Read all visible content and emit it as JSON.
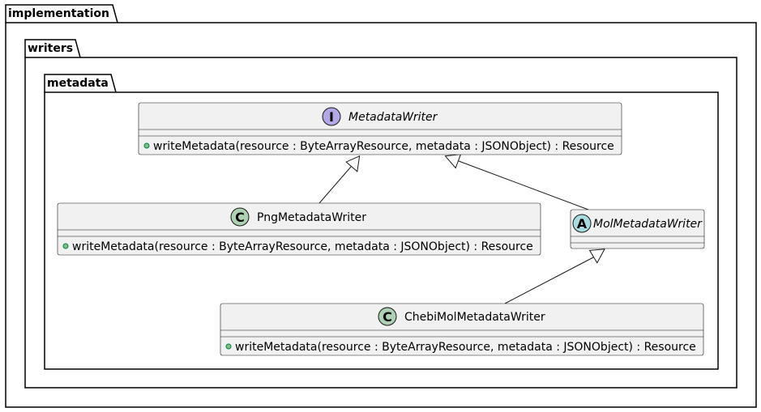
{
  "packages": {
    "outer": "implementation",
    "middle": "writers",
    "inner": "metadata"
  },
  "classes": {
    "metadata_writer": {
      "kind": "interface",
      "stereotype_letter": "I",
      "stereotype_color": "#B4A7E5",
      "name": "MetadataWriter",
      "method": "writeMetadata(resource : ByteArrayResource, metadata : JSONObject) : Resource"
    },
    "png_metadata_writer": {
      "kind": "class",
      "stereotype_letter": "C",
      "stereotype_color": "#ADD1B2",
      "name": "PngMetadataWriter",
      "method": "writeMetadata(resource : ByteArrayResource, metadata : JSONObject) : Resource"
    },
    "mol_metadata_writer": {
      "kind": "abstract",
      "stereotype_letter": "A",
      "stereotype_color": "#A9DCDF",
      "name": "MolMetadataWriter"
    },
    "chebi_mol_metadata_writer": {
      "kind": "class",
      "stereotype_letter": "C",
      "stereotype_color": "#ADD1B2",
      "name": "ChebiMolMetadataWriter",
      "method": "writeMetadata(resource : ByteArrayResource, metadata : JSONObject) : Resource"
    }
  },
  "relations": [
    {
      "type": "inheritance",
      "from": "PngMetadataWriter",
      "to": "MetadataWriter"
    },
    {
      "type": "inheritance",
      "from": "MolMetadataWriter",
      "to": "MetadataWriter"
    },
    {
      "type": "inheritance",
      "from": "ChebiMolMetadataWriter",
      "to": "MolMetadataWriter"
    }
  ]
}
